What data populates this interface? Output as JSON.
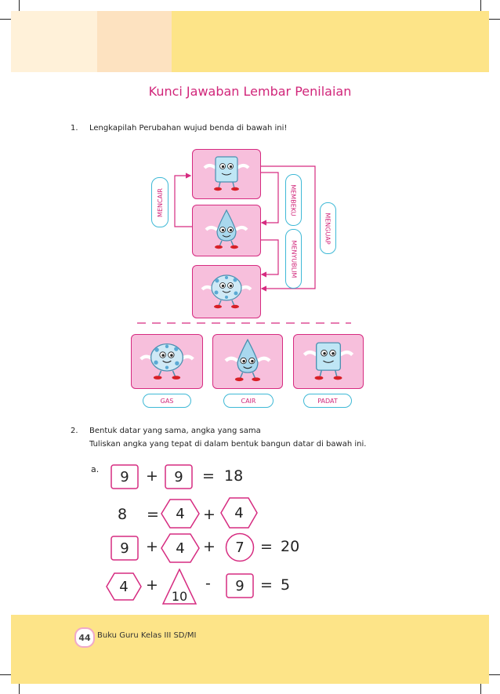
{
  "page": {
    "title": "Kunci Jawaban Lembar Penilaian",
    "page_number": "44",
    "footer_text": "Buku Guru Kelas III SD/MI"
  },
  "colors": {
    "accent": "#d1267a",
    "card_fill": "#f7bfdc",
    "label_border": "#3fb9d6",
    "footer": "#fde488"
  },
  "question1": {
    "number": "1.",
    "text": "Lengkapilah Perubahan wujud benda di bawah ini!",
    "process_labels": {
      "mencair": "MENCAIR",
      "membeku": "MEMBEKU",
      "menyublim": "MENYUBLIM",
      "menguap": "MENGUAP"
    },
    "diagram_cards": [
      {
        "character": "ice-cube-character-icon"
      },
      {
        "character": "water-drop-character-icon"
      },
      {
        "character": "gas-cloud-character-icon"
      }
    ],
    "answer_cards": [
      {
        "character": "gas-cloud-character-icon",
        "label": "GAS"
      },
      {
        "character": "water-drop-character-icon",
        "label": "CAIR"
      },
      {
        "character": "ice-cube-character-icon",
        "label": "PADAT"
      }
    ]
  },
  "question2": {
    "number": "2.",
    "line1": "Bentuk datar yang sama, angka yang sama",
    "line2": "Tuliskan angka yang tepat di dalam bentuk bangun datar di bawah ini.",
    "sub_label": "a.",
    "rows": [
      {
        "a": "9",
        "op1": "+",
        "b": "9",
        "eq": "=",
        "result": "18"
      },
      {
        "lhs": "8",
        "eq": "=",
        "a": "4",
        "op1": "+",
        "b": "4"
      },
      {
        "a": "9",
        "op1": "+",
        "b": "4",
        "op2": "+",
        "c": "7",
        "eq": "=",
        "result": "20"
      },
      {
        "a": "4",
        "op1": "+",
        "b": "10",
        "op2": "-",
        "c": "9",
        "eq": "=",
        "result": "5"
      }
    ]
  }
}
